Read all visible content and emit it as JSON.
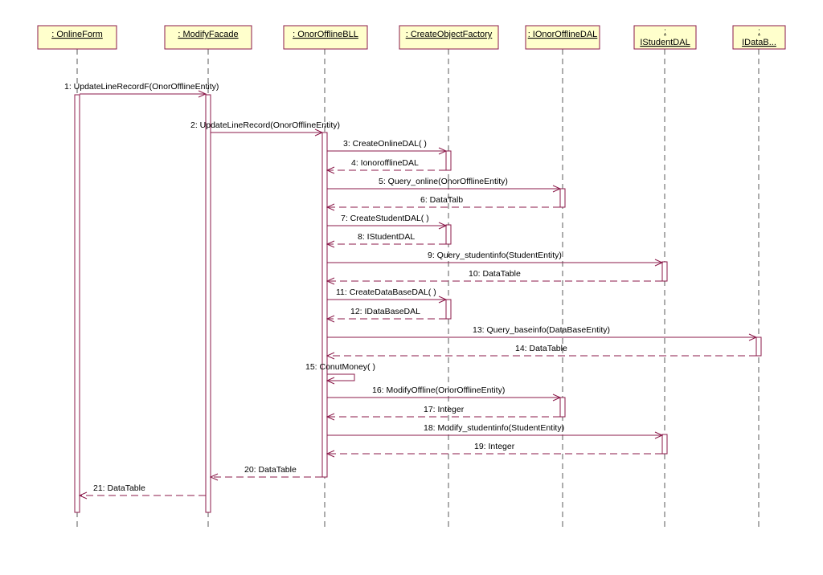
{
  "colors": {
    "message": "#8b1a4a",
    "lifeline": "#5a5a5a",
    "box_fill": "#ffffcc",
    "box_border": "#8b1a4a",
    "activation_border": "#8b1a4a",
    "text": "#000000"
  },
  "participants": [
    {
      "id": "onlineform",
      "label": ": OnlineForm"
    },
    {
      "id": "modifyfacade",
      "label": ": ModifyFacade"
    },
    {
      "id": "onorofflinebll",
      "label": ": OnorOfflineBLL"
    },
    {
      "id": "createobjectfactory",
      "label": ": CreateObjectFactory"
    },
    {
      "id": "ionorofflinedal",
      "label": ": IOnorOfflineDAL"
    },
    {
      "id": "istudentdal",
      "label_top": ":",
      "label": "IStudentDAL"
    },
    {
      "id": "idatabase",
      "label_top": ":",
      "label": "IDataB..."
    }
  ],
  "messages": [
    {
      "label": "1: UpdateLineRecordF(OnorOfflineEntity)",
      "from": "onlineform",
      "to": "modifyfacade",
      "kind": "call"
    },
    {
      "label": "2: UpdateLineRecord(OnorOfflineEntity)",
      "from": "modifyfacade",
      "to": "onorofflinebll",
      "kind": "call"
    },
    {
      "label": "3: CreateOnlineDAL( )",
      "from": "onorofflinebll",
      "to": "createobjectfactory",
      "kind": "call"
    },
    {
      "label": "4: IonorofflineDAL",
      "from": "createobjectfactory",
      "to": "onorofflinebll",
      "kind": "return"
    },
    {
      "label": "5: Query_online(OnorOfflineEntity)",
      "from": "onorofflinebll",
      "to": "ionorofflinedal",
      "kind": "call"
    },
    {
      "label": "6: DataTalb",
      "from": "ionorofflinedal",
      "to": "onorofflinebll",
      "kind": "return"
    },
    {
      "label": "7: CreateStudentDAL( )",
      "from": "onorofflinebll",
      "to": "createobjectfactory",
      "kind": "call"
    },
    {
      "label": "8: IStudentDAL",
      "from": "createobjectfactory",
      "to": "onorofflinebll",
      "kind": "return"
    },
    {
      "label": "9: Query_studentinfo(StudentEntity)",
      "from": "onorofflinebll",
      "to": "istudentdal",
      "kind": "call"
    },
    {
      "label": "10: DataTable",
      "from": "istudentdal",
      "to": "onorofflinebll",
      "kind": "return"
    },
    {
      "label": "11: CreateDataBaseDAL( )",
      "from": "onorofflinebll",
      "to": "createobjectfactory",
      "kind": "call"
    },
    {
      "label": "12: IDataBaseDAL",
      "from": "createobjectfactory",
      "to": "onorofflinebll",
      "kind": "return"
    },
    {
      "label": "13: Query_baseinfo(DataBaseEntity)",
      "from": "onorofflinebll",
      "to": "idatabase",
      "kind": "call"
    },
    {
      "label": "14: DataTable",
      "from": "idatabase",
      "to": "onorofflinebll",
      "kind": "return"
    },
    {
      "label": "15: ConutMoney( )",
      "from": "onorofflinebll",
      "to": "onorofflinebll",
      "kind": "self"
    },
    {
      "label": "16: ModifyOffline(OnorOfflineEntity)",
      "from": "onorofflinebll",
      "to": "ionorofflinedal",
      "kind": "call"
    },
    {
      "label": "17: Integer",
      "from": "ionorofflinedal",
      "to": "onorofflinebll",
      "kind": "return"
    },
    {
      "label": "18: Modify_studentinfo(StudentEntity)",
      "from": "onorofflinebll",
      "to": "istudentdal",
      "kind": "call"
    },
    {
      "label": "19: Integer",
      "from": "istudentdal",
      "to": "onorofflinebll",
      "kind": "return"
    },
    {
      "label": "20: DataTable",
      "from": "onorofflinebll",
      "to": "modifyfacade",
      "kind": "return"
    },
    {
      "label": "21: DataTable",
      "from": "modifyfacade",
      "to": "onlineform",
      "kind": "return"
    }
  ]
}
